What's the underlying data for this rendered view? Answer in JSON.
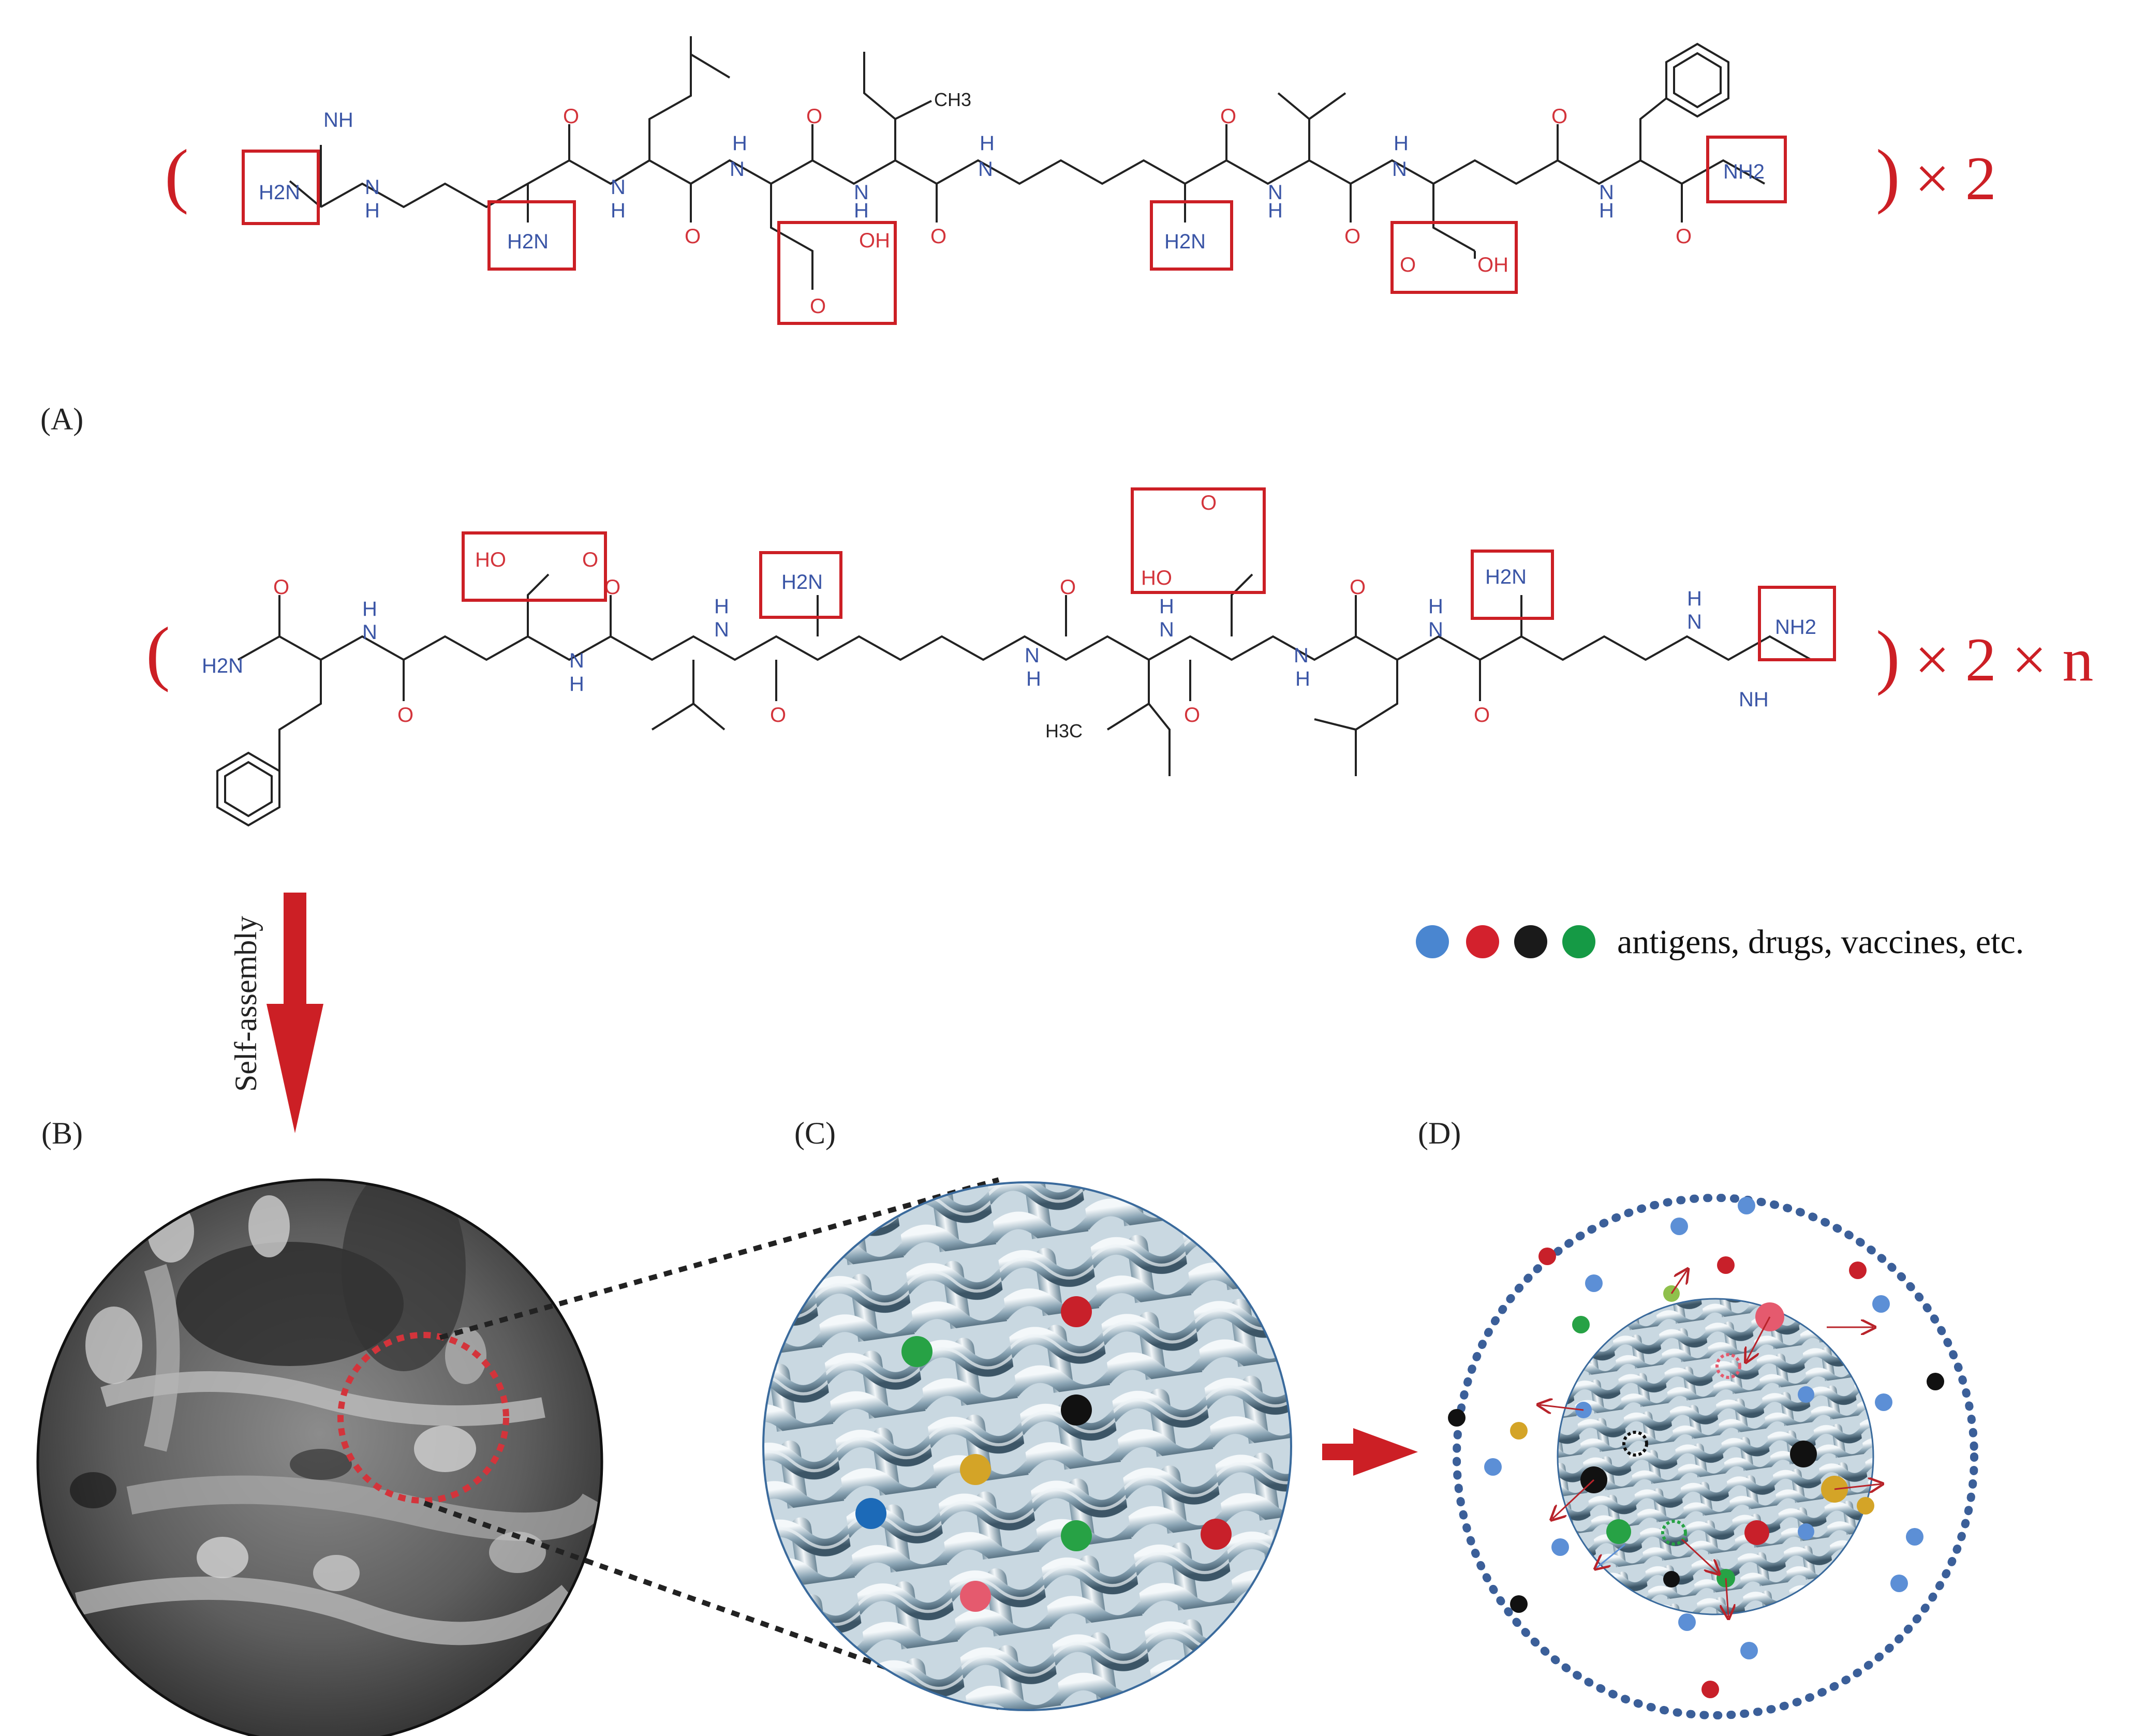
{
  "panels": {
    "a": "(A)",
    "b": "(B)",
    "c": "(C)",
    "d": "(D)"
  },
  "multipliers": {
    "top": "× 2",
    "bottom": "× 2 × n"
  },
  "arrow_label": "Self-assembly",
  "legend": {
    "text": "antigens, drugs, vaccines, etc.",
    "colors": [
      "#4a86d0",
      "#d3212d",
      "#1a1a1a",
      "#159a45"
    ]
  },
  "top_molecule": {
    "atoms": {
      "nh_imine": "NH",
      "h2n_terminal": "H2N",
      "guanidine_nh": "N",
      "guanidine_h": "H",
      "alpha_nh2_1": "H2N",
      "o1": "O",
      "nh_amide_1": "N",
      "h_amide_1": "H",
      "o2": "O",
      "nh_amide_2": "N",
      "h_amide_2": "H",
      "o3": "O",
      "cooh_1_oh": "OH",
      "cooh_1_o": "O",
      "nh_amide_3": "N",
      "h_amide_3": "H",
      "ch3": "CH3",
      "o4": "O",
      "nh_amide_4": "N",
      "h_amide_4": "H",
      "alpha_nh2_2": "H2N",
      "o5": "O",
      "nh_amide_5": "N",
      "h_amide_5": "H",
      "o6": "O",
      "nh_amide_6": "N",
      "h_amide_6": "H",
      "cooh_2_o": "O",
      "cooh_2_oh": "OH",
      "o7": "O",
      "nh_amide_7": "N",
      "h_amide_7": "H",
      "o8": "O",
      "nh2_terminal": "NH2"
    }
  },
  "bottom_molecule": {
    "atoms": {
      "o1": "O",
      "h2n_left": "H2N",
      "h_amide_1": "H",
      "n_amide_1": "N",
      "o2": "O",
      "cooh_1_ho": "HO",
      "cooh_1_o": "O",
      "n_amide_2": "N",
      "h_amide_2": "H",
      "o3": "O",
      "h_amide_3": "H",
      "n_amide_3": "N",
      "alpha_nh2_1": "H2N",
      "o4": "O",
      "n_amide_4": "N",
      "h_amide_4": "H",
      "o5": "O",
      "h3c": "H3C",
      "h_amide_5": "H",
      "n_amide_5": "N",
      "cooh_2_o": "O",
      "cooh_2_ho": "HO",
      "o6": "O",
      "n_amide_6": "N",
      "h_amide_6": "H",
      "o7": "O",
      "h_amide_7": "H",
      "n_amide_7": "N",
      "alpha_nh2_2": "H2N",
      "o8": "O",
      "h_amide_8": "H",
      "n_amide_8": "N",
      "nh2_terminal": "NH2",
      "nh_imine": "NH"
    }
  }
}
